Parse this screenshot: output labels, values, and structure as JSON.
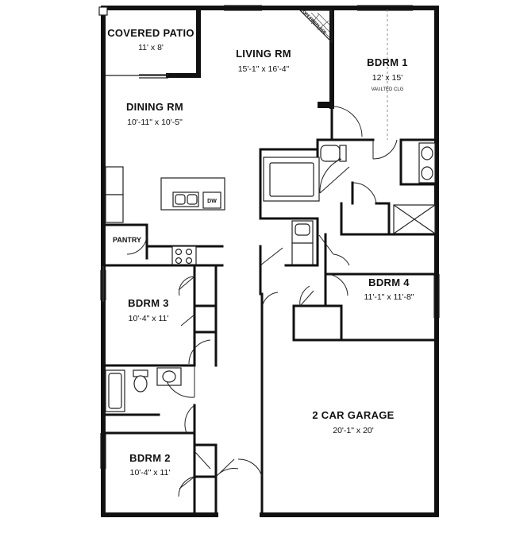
{
  "rooms": {
    "covered_patio": {
      "name": "COVERED PATIO",
      "dim": "11' x 8'"
    },
    "living": {
      "name": "LIVING RM",
      "dim": "15'-1\" x 16'-4\""
    },
    "bdrm1": {
      "name": "BDRM 1",
      "dim": "12' x 15'",
      "note": "VAULTED CLG"
    },
    "dining": {
      "name": "DINING RM",
      "dim": "10'-11\" x 10'-5\""
    },
    "bdrm4": {
      "name": "BDRM 4",
      "dim": "11'-1\" x 11'-8\""
    },
    "bdrm3": {
      "name": "BDRM 3",
      "dim": "10'-4\" x 11'"
    },
    "garage": {
      "name": "2 CAR GARAGE",
      "dim": "20'-1\" x 20'"
    },
    "bdrm2": {
      "name": "BDRM 2",
      "dim": "10'-4\" x 11'"
    }
  },
  "labels": {
    "pantry": "PANTRY",
    "dishwasher": "DW",
    "fireplace": "OPT FIREPLACE"
  }
}
